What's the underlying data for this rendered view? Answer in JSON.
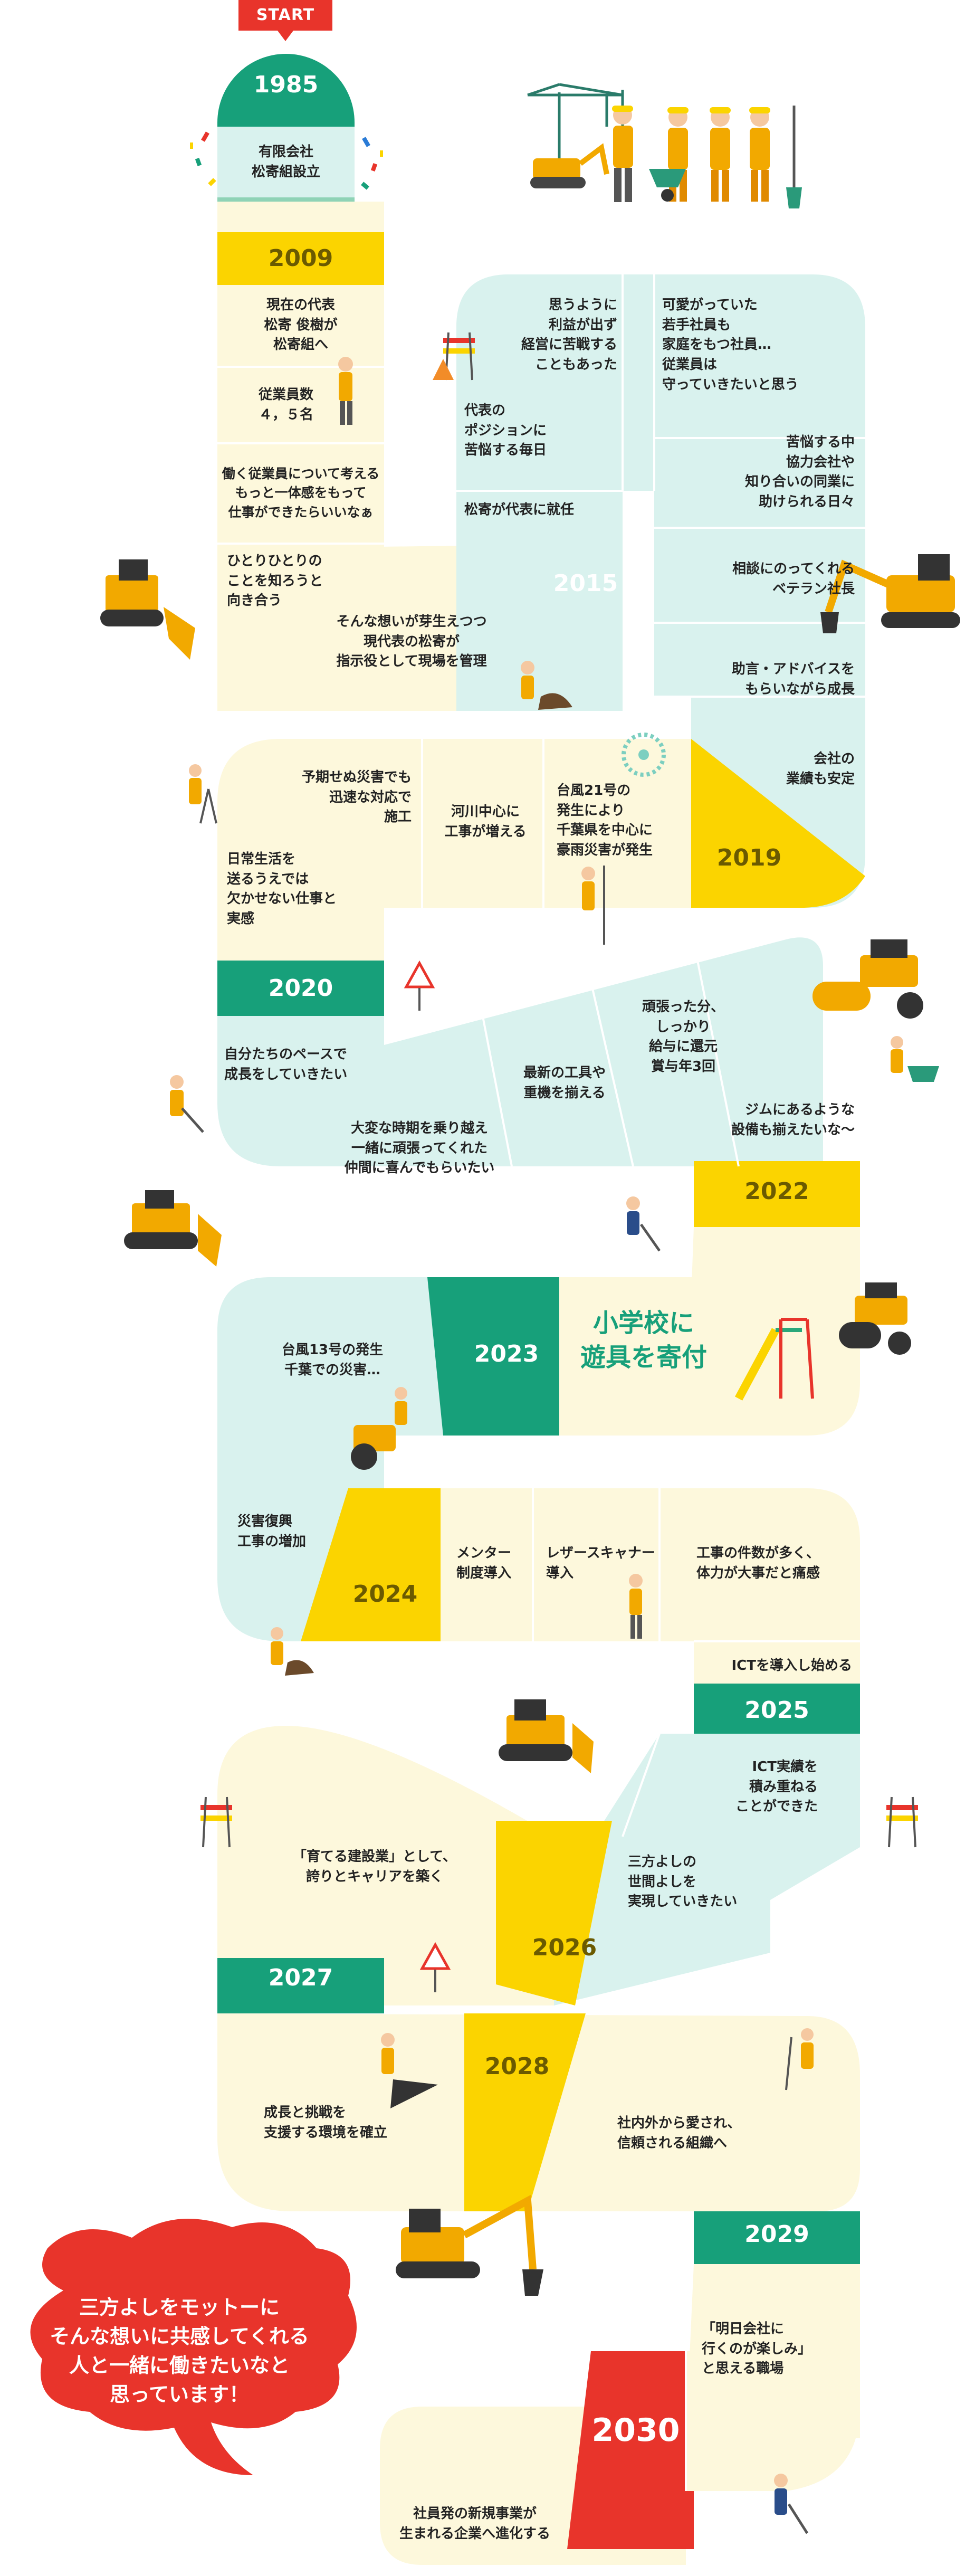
{
  "start_label": "START",
  "colors": {
    "path_mint": "#d9f2ee",
    "path_cream": "#fdf8dc",
    "teal": "#17a07a",
    "yellow": "#fbd400",
    "red": "#e8342b"
  },
  "years": {
    "y1985": "1985",
    "y2009": "2009",
    "y2015": "2015",
    "y2019": "2019",
    "y2020": "2020",
    "y2022": "2022",
    "y2023": "2023",
    "y2024": "2024",
    "y2025": "2025",
    "y2026": "2026",
    "y2027": "2027",
    "y2028": "2028",
    "y2029": "2029",
    "y2030": "2030"
  },
  "events": {
    "founding": "有限会社\n松寄組設立",
    "ceo": "現在の代表\n松寄 俊樹が\n松寄組へ",
    "staff": "従業員数\n４，５名",
    "thinking": "働く従業員について考える\nもっと一体感をもって\n仕事ができたらいいなぁ",
    "each_one": "ひとりひとりの\nことを知ろうと\n向き合う",
    "feeling": "そんな想いが芽生えつつ\n現代表の松寄が\n指示役として現場を管理",
    "president": "松寄が代表に就任",
    "worry": "代表の\nポジションに\n苦悩する毎日",
    "profit": "思うように\n利益が出ず\n経営に苦戦する\nこともあった",
    "protect": "可愛がっていた\n若手社員も\n家庭をもつ社員…\n従業員は\n守っていきたいと思う",
    "partners": "苦悩する中\n協力会社や\n知り合いの同業に\n助けられる日々",
    "veteran": "相談にのってくれる\nベテラン社長",
    "advice": "助言・アドバイスを\nもらいながら成長",
    "stable": "会社の\n業績も安定",
    "typhoon21": "台風21号の\n発生により\n千葉県を中心に\n豪雨災害が発生",
    "river": "河川中心に\n工事が増える",
    "disaster": "予期せぬ災害でも\n迅速な対応で\n施工",
    "daily": "日常生活を\n送るうえでは\n欠かせない仕事と\n実感",
    "pace": "自分たちのペースで\n成長をしていきたい",
    "hard_time": "大変な時期を乗り越え\n一緒に頑張ってくれた\n仲間に喜んでもらいたい",
    "tools": "最新の工具や\n重機を揃える",
    "bonus": "頑張った分、\nしっかり\n給与に還元\n賞与年3回",
    "gym": "ジムにあるような\n設備も揃えたいな〜",
    "playground": "小学校に\n遊具を寄付",
    "typhoon13": "台風13号の発生\n千葉での災害…",
    "recovery": "災害復興\n工事の増加",
    "mentor": "メンター\n制度導入",
    "laser": "レザースキャナー\n導入",
    "workload": "工事の件数が多く、\n体力が大事だと痛感",
    "ict_start": "ICTを導入し始める",
    "ict_results": "ICT実績を\n積み重ねる\nことができた",
    "sanpo": "三方よしの\n世間よしを\n実現していきたい",
    "career": "「育てる建設業」として、\n誇りとキャリアを築く",
    "growth": "成長と挑戦を\n支援する環境を確立",
    "trust": "社内外から愛され、\n信頼される組織へ",
    "fun": "「明日会社に\n行くのが楽しみ」\nと思える職場",
    "newbiz": "社員発の新規事業が\n生まれる企業へ進化する"
  },
  "message": "三方よしをモットーに\nそんな想いに共感してくれる\n人と一緒に働きたいなと\n思っています！",
  "illustrations": [
    "crane-icon",
    "excavator-icon",
    "worker-group-icon",
    "wheelbarrow-icon",
    "bulldozer-icon",
    "road-roller-icon",
    "surveyor-icon",
    "barricade-icon",
    "warning-sign-icon",
    "slide-icon",
    "saw-blade-icon",
    "confetti-icon"
  ]
}
